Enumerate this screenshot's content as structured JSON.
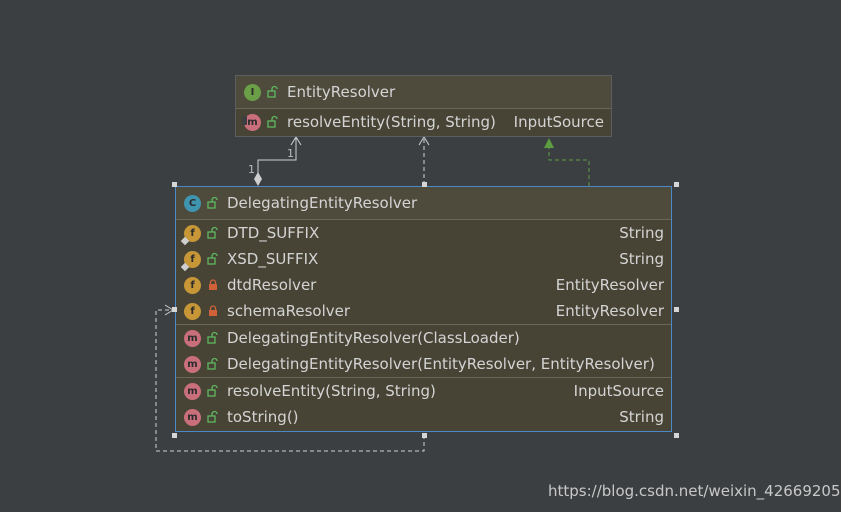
{
  "interface": {
    "badge": "I",
    "name": "EntityResolver",
    "methods": [
      {
        "badge": "m",
        "name": "resolveEntity(String, String)",
        "type": "InputSource"
      }
    ]
  },
  "class": {
    "badge": "C",
    "name": "DelegatingEntityResolver",
    "fields": [
      {
        "badge": "f",
        "visibility": "public",
        "name": "DTD_SUFFIX",
        "type": "String"
      },
      {
        "badge": "f",
        "visibility": "public",
        "name": "XSD_SUFFIX",
        "type": "String"
      },
      {
        "badge": "f",
        "visibility": "private",
        "name": "dtdResolver",
        "type": "EntityResolver"
      },
      {
        "badge": "f",
        "visibility": "private",
        "name": "schemaResolver",
        "type": "EntityResolver"
      }
    ],
    "constructors": [
      {
        "badge": "m",
        "name": "DelegatingEntityResolver(ClassLoader)"
      },
      {
        "badge": "m",
        "name": "DelegatingEntityResolver(EntityResolver, EntityResolver)"
      }
    ],
    "methods": [
      {
        "badge": "m",
        "name": "resolveEntity(String, String)",
        "type": "InputSource"
      },
      {
        "badge": "m",
        "name": "toString()",
        "type": "String"
      }
    ]
  },
  "multiplicity": {
    "source": "1",
    "target": "1"
  },
  "watermark": "https://blog.csdn.net/weixin_42669205",
  "colors": {
    "background": "#3c3f41",
    "box": "#474436",
    "selected_border": "#4a88c7",
    "interface_badge": "#6a9e47",
    "class_badge": "#3f95b0",
    "method_badge": "#c96e7b",
    "field_badge": "#c69637",
    "public_vis": "#5fb85f",
    "private_vis": "#d0623a",
    "arrow_green": "#5c9d42"
  }
}
